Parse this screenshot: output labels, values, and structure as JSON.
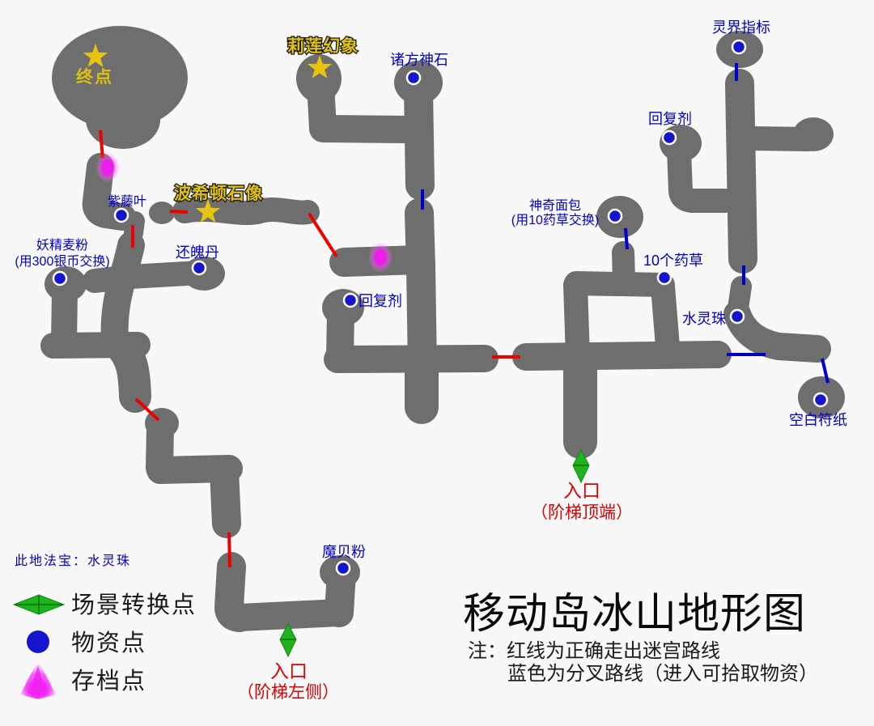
{
  "title": "移动岛冰山地形图",
  "notes": {
    "line1": "注：红线为正确走出迷宫路线",
    "line2": "蓝色为分叉路线（进入可拾取物资）"
  },
  "legend": {
    "treasure_note": "此地法宝：水灵珠",
    "scene_transition": "场景转换点",
    "supply_point": "物资点",
    "save_point": "存档点"
  },
  "colors": {
    "path_gray": "#6e6e6e",
    "background": "#f8f8f8",
    "route_red": "#ee0000",
    "branch_blue": "#0000cc",
    "supply_dot_blue": "#1515cd",
    "star_yellow": "#e8c411",
    "arrow_green": "#1db41d",
    "save_magenta": "#ff22ff",
    "entry_text_red": "#e00000"
  },
  "map_labels": {
    "endpoint": "终点",
    "lilian_illusion": "莉莲幻象",
    "zhufang_stone": "诸方神石",
    "spirit_indicator": "灵界指标",
    "recovery_agent_right": "回复剂",
    "magic_bread_line1": "神奇面包",
    "magic_bread_line2": "(用10药草交换)",
    "ten_herbs": "10个药草",
    "water_spirit_pearl": "水灵珠",
    "blank_talisman": "空白符纸",
    "wisteria_leaf": "紫藤叶",
    "poseidon_statue": "波希顿石像",
    "fairy_flour_line1": "妖精麦粉",
    "fairy_flour_line2": "(用300银币交换)",
    "soul_return_pill": "还魄丹",
    "recovery_agent_mid": "回复剂",
    "magic_shell_powder": "魔贝粉",
    "entrance_top_line1": "入口",
    "entrance_top_line2": "（阶梯顶端）",
    "entrance_left_line1": "入口",
    "entrance_left_line2": "（阶梯左侧）"
  }
}
